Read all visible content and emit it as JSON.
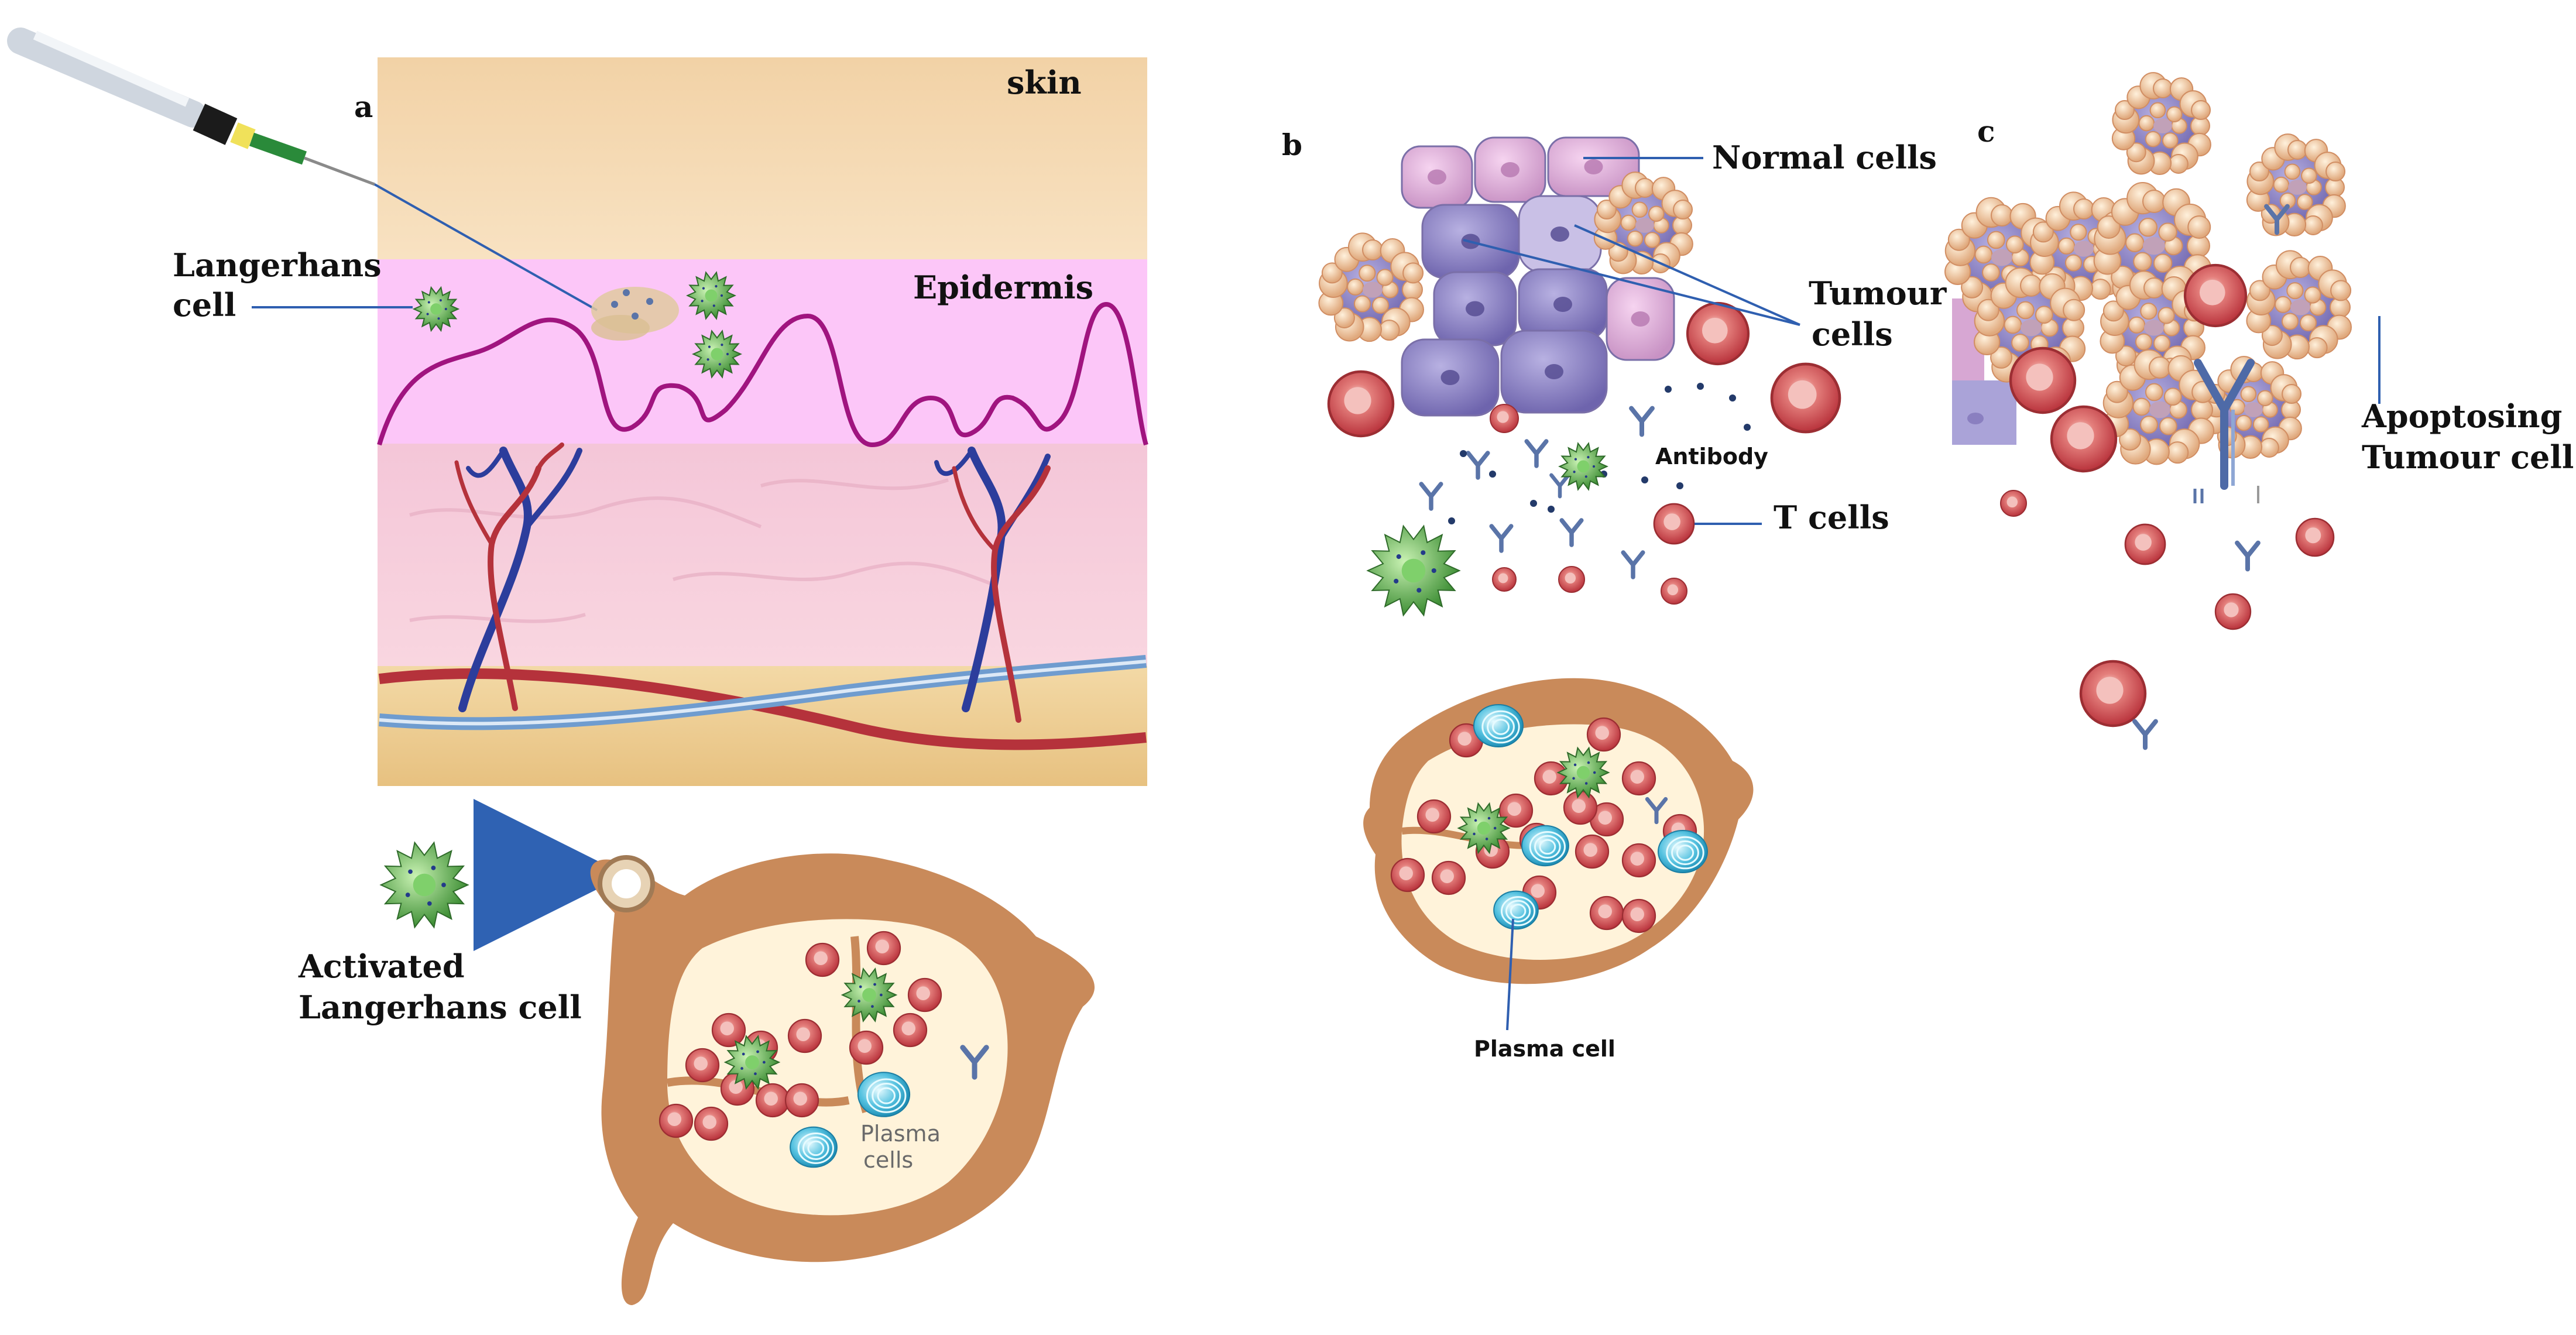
{
  "panels": {
    "a": {
      "letter": "a",
      "skin_label": "skin",
      "epidermis_label": "Epidermis",
      "langerhans_label": [
        "Langerhans",
        "cell"
      ],
      "activated_label": [
        "Activated",
        "Langerhans cell"
      ],
      "plasma_label": [
        "Plasma",
        "cells"
      ]
    },
    "b": {
      "letter": "b",
      "normal_cells_label": "Normal cells",
      "tumour_cells_label": [
        "Tumour",
        "cells"
      ],
      "antibody_label": "Antibody",
      "t_cells_label": "T cells",
      "plasma_label": "Plasma cell"
    },
    "c": {
      "letter": "c",
      "apoptosing_label": [
        "Apoptosing",
        "Tumour cell"
      ]
    }
  },
  "colors": {
    "skin_layer": "#f2d2a6",
    "epidermis_layer": "#fcc6f8",
    "dermis_layer": "#f4c9d8",
    "wavy_line": "#a0147f",
    "leader_line": "#2f5fb0",
    "t_cell": "#c9484d",
    "plasma_cell": "#3fb4d6",
    "langerhans_cell": "#57a84a",
    "node_outer": "#c98a5a",
    "node_inner": "#fff3da",
    "tumour_cell": "#8e83c4",
    "normal_cell": "#dca8d8",
    "antibody": "#5a74a8",
    "arrow": "#2f62b3"
  },
  "icons": {
    "syringe": "syringe-icon",
    "antibody": "antibody-icon",
    "arrow": "arrow-right-icon"
  }
}
